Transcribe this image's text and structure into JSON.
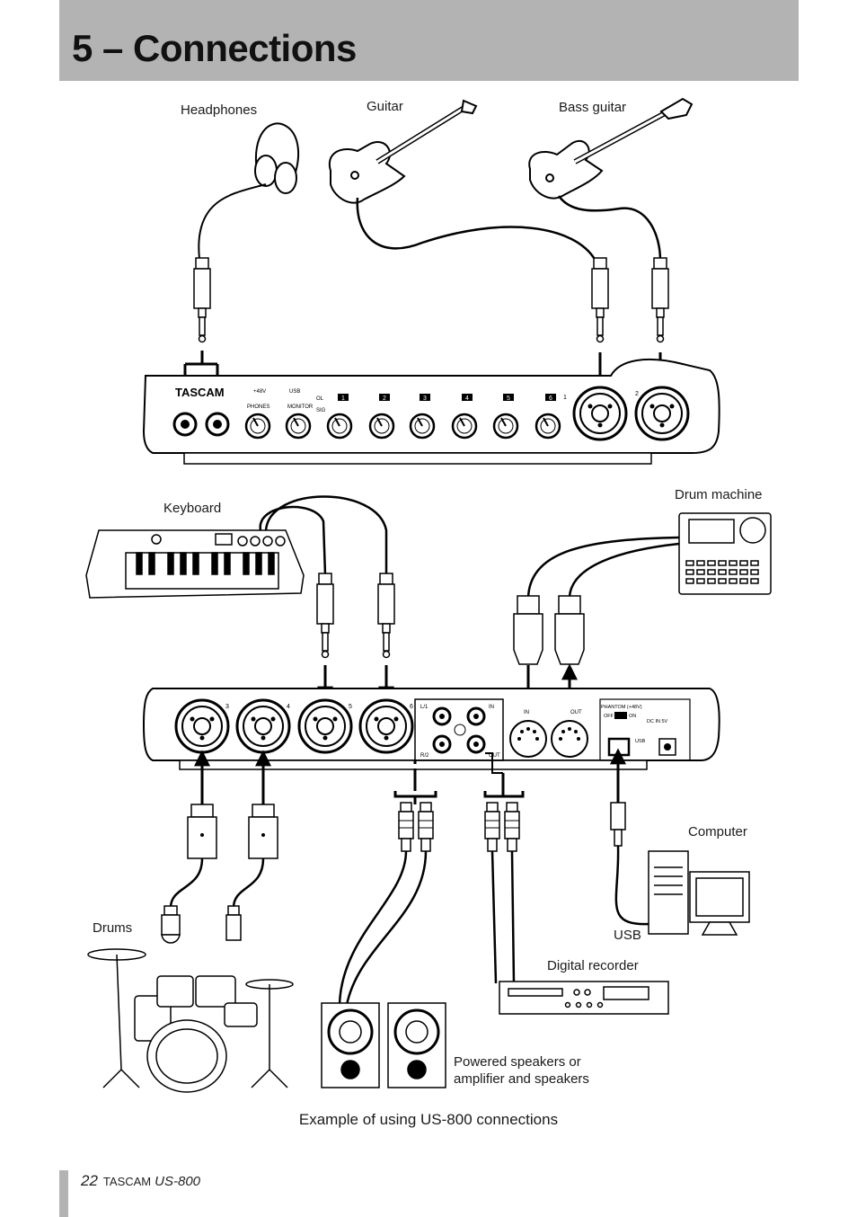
{
  "header": {
    "title": "5 – Connections"
  },
  "labels": {
    "headphones": "Headphones",
    "guitar": "Guitar",
    "bass_guitar": "Bass guitar",
    "keyboard": "Keyboard",
    "drum_machine": "Drum machine",
    "computer": "Computer",
    "drums": "Drums",
    "usb": "USB",
    "digital_recorder": "Digital recorder",
    "speakers_line1": "Powered speakers or",
    "speakers_line2": "amplifier and speakers"
  },
  "front_panel": {
    "brand": "TASCAM",
    "phones": "PHONES",
    "monitor": "MONITOR",
    "plus48v": "+48V",
    "usb": "USB",
    "ol": "OL",
    "sig": "SIG",
    "channels": [
      "1",
      "2",
      "3",
      "4",
      "5",
      "6"
    ],
    "inputs": [
      "1",
      "2"
    ]
  },
  "rear_panel": {
    "inputs": [
      "3",
      "4",
      "5",
      "6"
    ],
    "line_l": "L/1",
    "line_r": "R/2",
    "digital_in": "IN",
    "digital_out": "OUT",
    "midi_in": "IN",
    "midi_out": "OUT",
    "phantom": "PHANTOM (+48V)",
    "off": "OFF",
    "on": "ON",
    "dc_in": "DC IN 5V",
    "usb": "USB"
  },
  "caption": "Example of using US-800 connections",
  "footer": {
    "page": "22",
    "brand": "TASCAM",
    "model": "US-800"
  }
}
